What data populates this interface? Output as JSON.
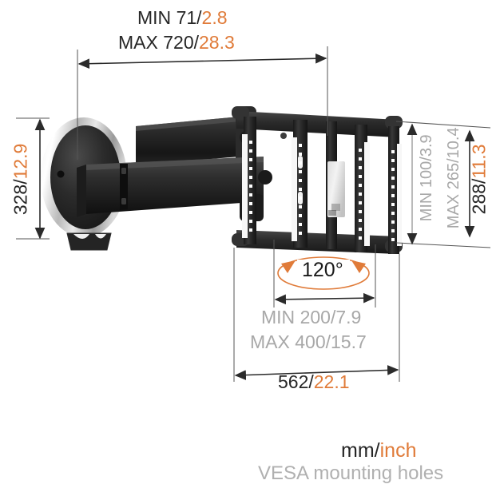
{
  "diagram": {
    "title": "Wall mount technical dimension drawing",
    "units_note": {
      "mm_text": "mm/",
      "inch_text": "inch"
    },
    "vesa_note": "VESA mounting holes",
    "colors": {
      "mm_color": "#262626",
      "inch_color": "#e07b39",
      "gray_color": "#a8a8a8",
      "accent_orange": "#e07b39",
      "line_color": "#555555"
    },
    "dimensions": {
      "depth_min": {
        "label_prefix": "MIN ",
        "mm": "71",
        "sep": "/",
        "inch": "2.8"
      },
      "depth_max": {
        "label_prefix": "MAX ",
        "mm": "720",
        "sep": "/",
        "inch": "28.3"
      },
      "plate_height": {
        "mm": "328",
        "sep": "/",
        "inch": "12.9"
      },
      "vesa_v_min": {
        "label_prefix": "MIN ",
        "mm": "100",
        "sep": "/",
        "inch": "3.9"
      },
      "vesa_v_max": {
        "label_prefix": "MAX ",
        "mm": "265",
        "sep": "/",
        "inch": "10.4"
      },
      "bracket_height": {
        "mm": "288",
        "sep": "/",
        "inch": "11.3"
      },
      "vesa_h_min": {
        "label_prefix": "MIN ",
        "mm": "200",
        "sep": "/",
        "inch": "7.9"
      },
      "vesa_h_max": {
        "label_prefix": "MAX ",
        "mm": "400",
        "sep": "/",
        "inch": "15.7"
      },
      "bracket_width": {
        "mm": "562",
        "sep": "/",
        "inch": "22.1"
      },
      "swivel_angle": "120°"
    }
  }
}
